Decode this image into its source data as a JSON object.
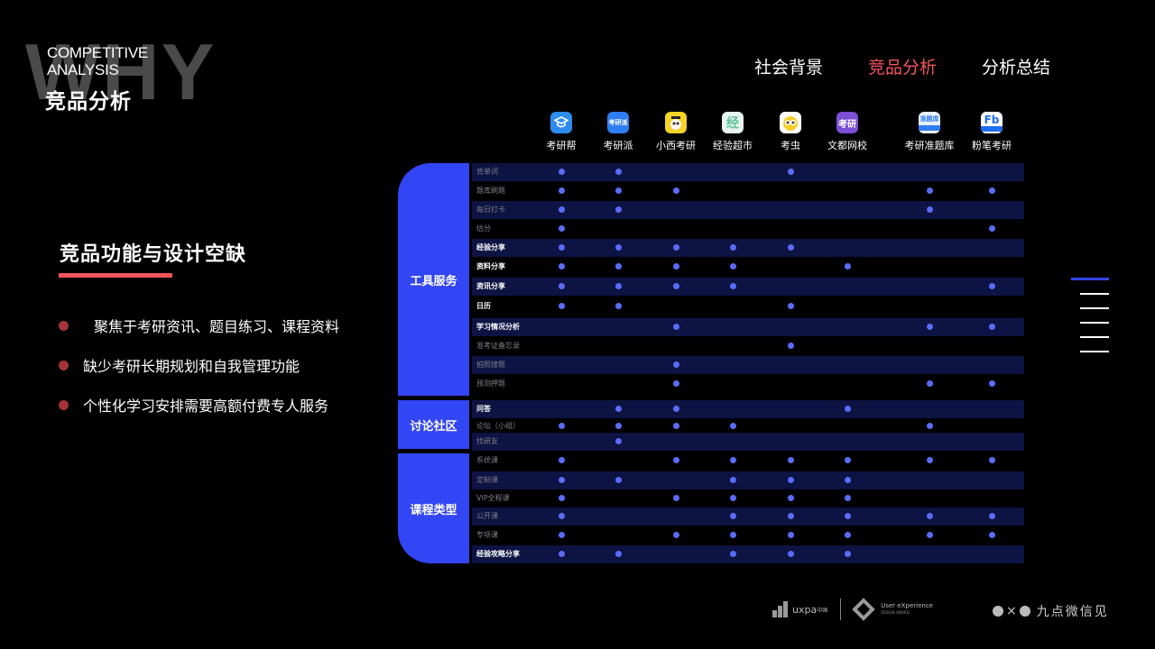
{
  "header": {
    "watermark": "WHY",
    "section_en_line1": "COMPETITIVE",
    "section_en_line2": "ANALYSIS",
    "section_cn": "竞品分析"
  },
  "nav": {
    "items": [
      {
        "label": "社会背景",
        "active": false
      },
      {
        "label": "竞品分析",
        "active": true
      },
      {
        "label": "分析总结",
        "active": false
      }
    ],
    "active_color": "#f2555a"
  },
  "sidebar": {
    "title": "竞品功能与设计空缺",
    "accent_color": "#f2555a",
    "bullets": [
      "聚焦于考研资讯、题目练习、课程资料",
      "缺少考研长期规划和自我管理功能",
      "个性化学习安排需要高额付费专人服务"
    ]
  },
  "apps": [
    {
      "name": "考研帮",
      "icon": "graduation-cap-icon",
      "color": "#2e8cf0"
    },
    {
      "name": "考研派",
      "icon": "kaoyanpai-logo-icon",
      "color": "#2f7df2"
    },
    {
      "name": "小西考研",
      "icon": "owl-mascot-icon",
      "color": "#f5d327"
    },
    {
      "name": "经验超市",
      "icon": "jing-character-icon",
      "color": "#e8f4ee"
    },
    {
      "name": "考虫",
      "icon": "bug-mascot-icon",
      "color": "#f7cf2a"
    },
    {
      "name": "文都网校",
      "icon": "wendu-logo-icon",
      "color": "#7b4fd6"
    },
    {
      "name": "考研准题库",
      "icon": "question-bank-icon",
      "color": "#e8f0fb"
    },
    {
      "name": "粉笔考研",
      "icon": "fb-logo-icon",
      "color": "#1e6ff0"
    }
  ],
  "groups": [
    {
      "label": "工具服务"
    },
    {
      "label": "讨论社区"
    },
    {
      "label": "课程类型"
    }
  ],
  "features": [
    {
      "label": "背单词",
      "group": 0,
      "bold": false,
      "apps": [
        0,
        1,
        4
      ]
    },
    {
      "label": "题库刷题",
      "group": 0,
      "bold": false,
      "apps": [
        0,
        1,
        2,
        6,
        7
      ]
    },
    {
      "label": "每日打卡",
      "group": 0,
      "bold": false,
      "apps": [
        0,
        1,
        6
      ]
    },
    {
      "label": "估分",
      "group": 0,
      "bold": false,
      "apps": [
        0,
        7
      ]
    },
    {
      "label": "经验分享",
      "group": 0,
      "bold": true,
      "apps": [
        0,
        1,
        2,
        3,
        4
      ]
    },
    {
      "label": "资料分享",
      "group": 0,
      "bold": true,
      "apps": [
        0,
        1,
        2,
        3,
        5
      ]
    },
    {
      "label": "资讯分享",
      "group": 0,
      "bold": true,
      "apps": [
        0,
        1,
        2,
        3,
        7
      ]
    },
    {
      "label": "日历",
      "group": 0,
      "bold": true,
      "apps": [
        0,
        1,
        4
      ]
    },
    {
      "label": "学习情况分析",
      "group": 0,
      "bold": true,
      "apps": [
        2,
        6,
        7
      ]
    },
    {
      "label": "准考证备忘录",
      "group": 0,
      "bold": false,
      "apps": [
        4
      ]
    },
    {
      "label": "拍照搜题",
      "group": 0,
      "bold": false,
      "apps": [
        2
      ]
    },
    {
      "label": "预测押题",
      "group": 0,
      "bold": false,
      "apps": [
        2,
        6,
        7
      ]
    },
    {
      "label": "问答",
      "group": 1,
      "bold": true,
      "apps": [
        1,
        2,
        5
      ]
    },
    {
      "label": "论坛（小组）",
      "group": 1,
      "bold": false,
      "apps": [
        0,
        1,
        2,
        3,
        6
      ]
    },
    {
      "label": "找研友",
      "group": 1,
      "bold": false,
      "apps": [
        1
      ]
    },
    {
      "label": "系统课",
      "group": 2,
      "bold": false,
      "apps": [
        0,
        2,
        3,
        4,
        5,
        6,
        7
      ]
    },
    {
      "label": "定制课",
      "group": 2,
      "bold": false,
      "apps": [
        0,
        1,
        3,
        4,
        5
      ]
    },
    {
      "label": "VIP全程课",
      "group": 2,
      "bold": false,
      "apps": [
        0,
        2,
        3,
        4,
        5
      ]
    },
    {
      "label": "公开课",
      "group": 2,
      "bold": false,
      "apps": [
        0,
        3,
        4,
        5,
        6,
        7
      ]
    },
    {
      "label": "专项课",
      "group": 2,
      "bold": false,
      "apps": [
        0,
        2,
        3,
        4,
        5,
        6,
        7
      ]
    },
    {
      "label": "经验攻略分享",
      "group": 2,
      "bold": true,
      "apps": [
        0,
        1,
        3,
        4,
        5
      ]
    }
  ],
  "colors": {
    "group_block": "#3346f5",
    "row_band": "#0d1342",
    "mark_dot": "#5a6cf7"
  },
  "page_indicator": {
    "total": 6,
    "active": 0
  },
  "footer": {
    "uxpa": "uxpa",
    "uxpa_sup": "中国",
    "ux_award_line1": "User eXperience",
    "ux_award_line2": "DESIGN AWARD",
    "brand_x": "×",
    "brand_name": "九点微信见"
  }
}
